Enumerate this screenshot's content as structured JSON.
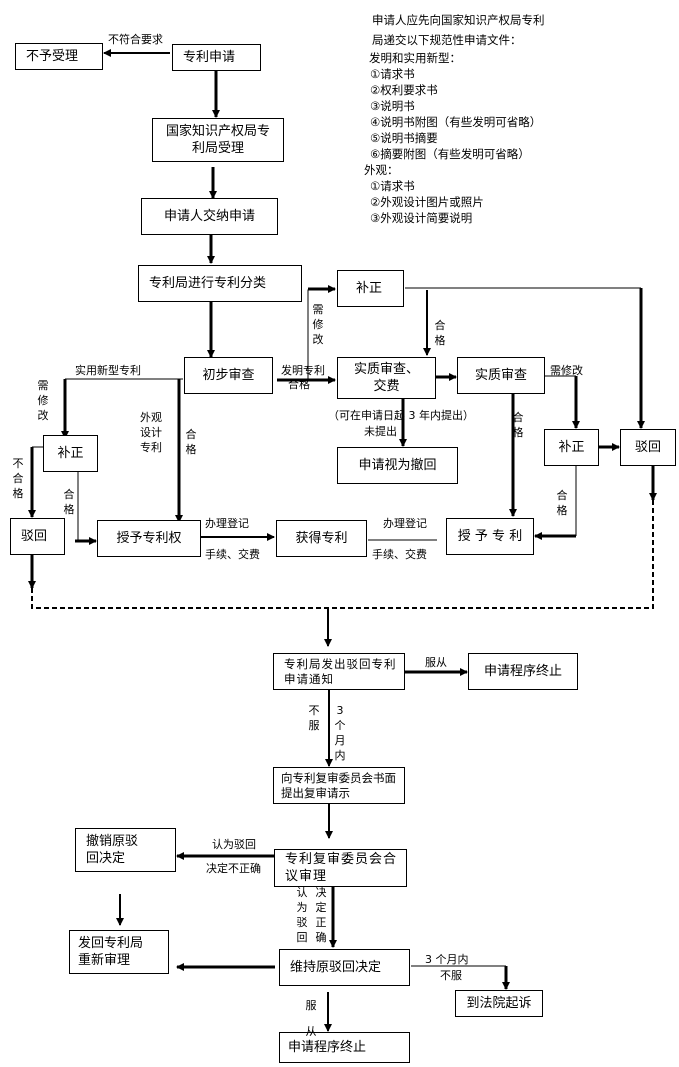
{
  "notes": {
    "intro_1": "申请人应先向国家知识产权局专利",
    "intro_2": "局递交以下规范性申请文件：",
    "invention_heading": "发明和实用新型：",
    "invention_items": [
      "①请求书",
      "②权利要求书",
      "③说明书",
      "④说明书附图（有些发明可省略）",
      "⑤说明书摘要",
      "⑥摘要附图（有些发明可省略）"
    ],
    "design_heading": "外观：",
    "design_items": [
      "①请求书",
      "②外观设计图片或照片",
      "③外观设计简要说明"
    ]
  },
  "nodes": {
    "reject_accept": "不予受理",
    "patent_application": "专利申请",
    "sipo_accept": "国家知识产权局专利局受理",
    "applicant_submit": "申请人交纳申请",
    "classification": "专利局进行专利分类",
    "correction_top": "补正",
    "preliminary_exam": "初步审查",
    "substantive_request": "实质审查、交费",
    "substantive_exam": "实质审查",
    "correction_left": "补正",
    "correction_right": "补正",
    "rejected_left": "驳回",
    "rejected_right": "驳回",
    "deemed_withdrawn": "申请视为撤回",
    "grant_patent_right": "授予专利权",
    "obtain_patent": "获得专利",
    "grant_patent": "授 予 专 利",
    "rejection_notice": "专利局发出驳回专利申请通知",
    "procedure_end_1": "申请程序终止",
    "reexam_request": "向专利复审委员会书面提出复审请示",
    "reexam_board": "专利复审委员会合议审理",
    "revoke_rejection": "撤销原驳回决定",
    "return_reexam": "发回专利局重新审理",
    "maintain_rejection": "维持原驳回决定",
    "court": "到法院起诉",
    "procedure_end_2": "申请程序终止"
  },
  "labels": {
    "not_compliant": "不符合要求",
    "needs_revision_top": "需修改",
    "invention_patent": "发明专利",
    "qualified_inv": "合格",
    "qualified_top": "合格",
    "utility_model": "实用新型专利",
    "needs_revision_left": "需修改",
    "design_patent": "外观设计专利",
    "qualified_design": "合格",
    "not_qualified": "不合格",
    "qualified_left": "合格",
    "within_3_years": "（可在申请日起 3 年内提出）",
    "not_submitted": "未提出",
    "qualified_sub": "合格",
    "needs_revision_right": "需修改",
    "qualified_right": "合格",
    "register_1": "办理登记",
    "fees_1": "手续、交费",
    "register_2": "办理登记",
    "fees_2": "手续、交费",
    "comply_1": "服从",
    "disagree": "不服",
    "within_3_months_v": "3个月内",
    "incorrect_1": "认为驳回",
    "incorrect_2": "决定不正确",
    "correct_1": "认为驳回",
    "correct_2": "决定正确",
    "within_3_months": "3 个月内",
    "disagree_2": "不服",
    "comply_2": "服从"
  }
}
